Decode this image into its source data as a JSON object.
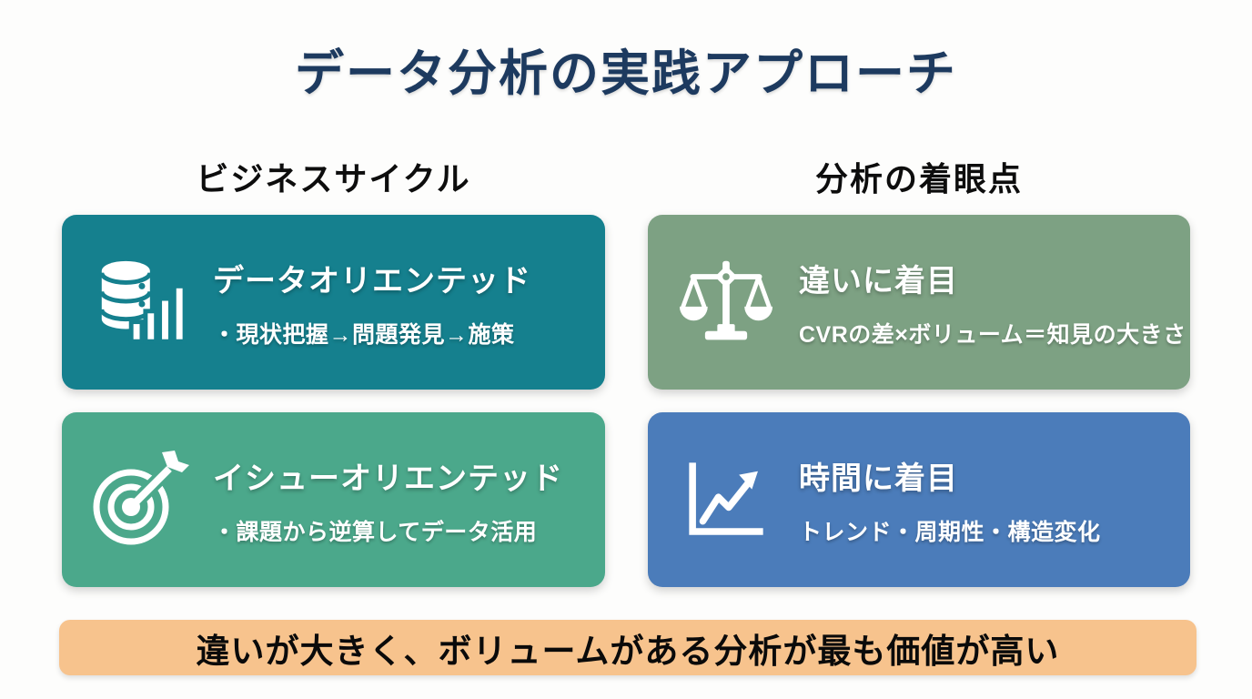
{
  "slide": {
    "title": "データ分析の実践アプローチ",
    "title_color": "#1d3a5f",
    "background": "#fdfdfc"
  },
  "columns": {
    "left_header": "ビジネスサイクル",
    "right_header": "分析の着眼点"
  },
  "cards": [
    {
      "id": "data-oriented",
      "icon": "database-chart-icon",
      "title": "データオリエンテッド",
      "subtitle": "・現状把握→問題発見→施策",
      "color": "#15808e"
    },
    {
      "id": "difference-focus",
      "icon": "balance-scale-icon",
      "title": "違いに着目",
      "subtitle": "CVRの差×ボリューム＝知見の大きさ",
      "color": "#7da183"
    },
    {
      "id": "issue-oriented",
      "icon": "target-arrow-icon",
      "title": "イシューオリエンテッド",
      "subtitle": "・課題から逆算してデータ活用",
      "color": "#4ba88b"
    },
    {
      "id": "time-focus",
      "icon": "line-chart-icon",
      "title": "時間に着目",
      "subtitle": "トレンド・周期性・構造変化",
      "color": "#4b7cba"
    }
  ],
  "banner": {
    "text": "違いが大きく、ボリュームがある分析が最も価値が高い",
    "color": "#f7c38d"
  }
}
